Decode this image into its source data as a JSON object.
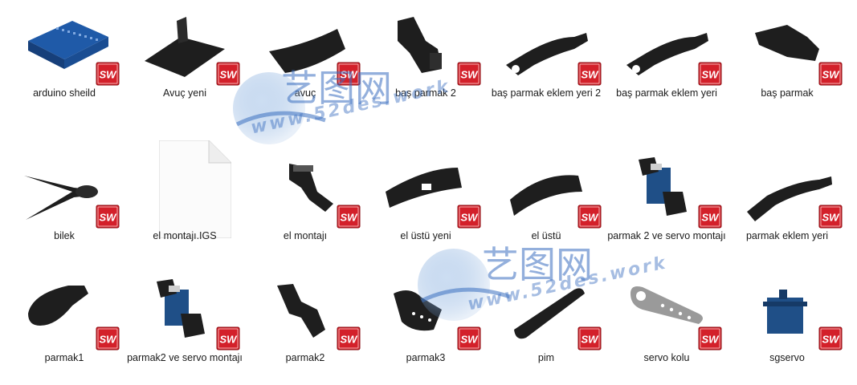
{
  "files": [
    {
      "label": "arduino sheild",
      "icon": "arduino-shield-part-icon",
      "type": "sw"
    },
    {
      "label": "Avuç yeni",
      "icon": "palm-plate-part-icon",
      "type": "sw"
    },
    {
      "label": "avuç",
      "icon": "palm-curve-part-icon",
      "type": "sw"
    },
    {
      "label": "baş parmak 2",
      "icon": "thumb-bracket-part-icon",
      "type": "sw"
    },
    {
      "label": "baş parmak eklem yeri 2",
      "icon": "thumb-joint-arm-part-icon",
      "type": "sw"
    },
    {
      "label": "baş parmak eklem yeri",
      "icon": "thumb-joint-arm-part-icon",
      "type": "sw"
    },
    {
      "label": "baş parmak",
      "icon": "thumb-part-icon",
      "type": "sw"
    },
    {
      "label": "bilek",
      "icon": "wrist-part-icon",
      "type": "sw"
    },
    {
      "label": "el montajı.IGS",
      "icon": "generic-file-icon",
      "type": "file"
    },
    {
      "label": "el montajı",
      "icon": "hand-assembly-icon",
      "type": "sw"
    },
    {
      "label": "el üstü yeni",
      "icon": "hand-cover-part-icon",
      "type": "sw"
    },
    {
      "label": "el üstü",
      "icon": "hand-top-part-icon",
      "type": "sw"
    },
    {
      "label": "parmak 2 ve servo montajı",
      "icon": "finger-servo-assembly-icon",
      "type": "sw"
    },
    {
      "label": "parmak eklem yeri",
      "icon": "finger-joint-arm-part-icon",
      "type": "sw"
    },
    {
      "label": "parmak1",
      "icon": "finger-tip-part-icon",
      "type": "sw"
    },
    {
      "label": "parmak2 ve servo montajı",
      "icon": "finger-servo-assembly-icon",
      "type": "sw"
    },
    {
      "label": "parmak2",
      "icon": "finger-bracket-part-icon",
      "type": "sw"
    },
    {
      "label": "parmak3",
      "icon": "finger-curved-part-icon",
      "type": "sw"
    },
    {
      "label": "pim",
      "icon": "pin-part-icon",
      "type": "sw"
    },
    {
      "label": "servo kolu",
      "icon": "servo-horn-part-icon",
      "type": "sw"
    },
    {
      "label": "sgservo",
      "icon": "servo-motor-part-icon",
      "type": "sw"
    }
  ],
  "badge": {
    "text": "SW",
    "color": "#d3202a"
  },
  "watermark": {
    "text_cn": "艺图网",
    "text_url": "www.52des.work"
  },
  "colors": {
    "part_dark": "#1e1e1e",
    "part_blue": "#1f5aa8",
    "servo_blue": "#1f4f87",
    "horn_gray": "#9a9a9a"
  }
}
